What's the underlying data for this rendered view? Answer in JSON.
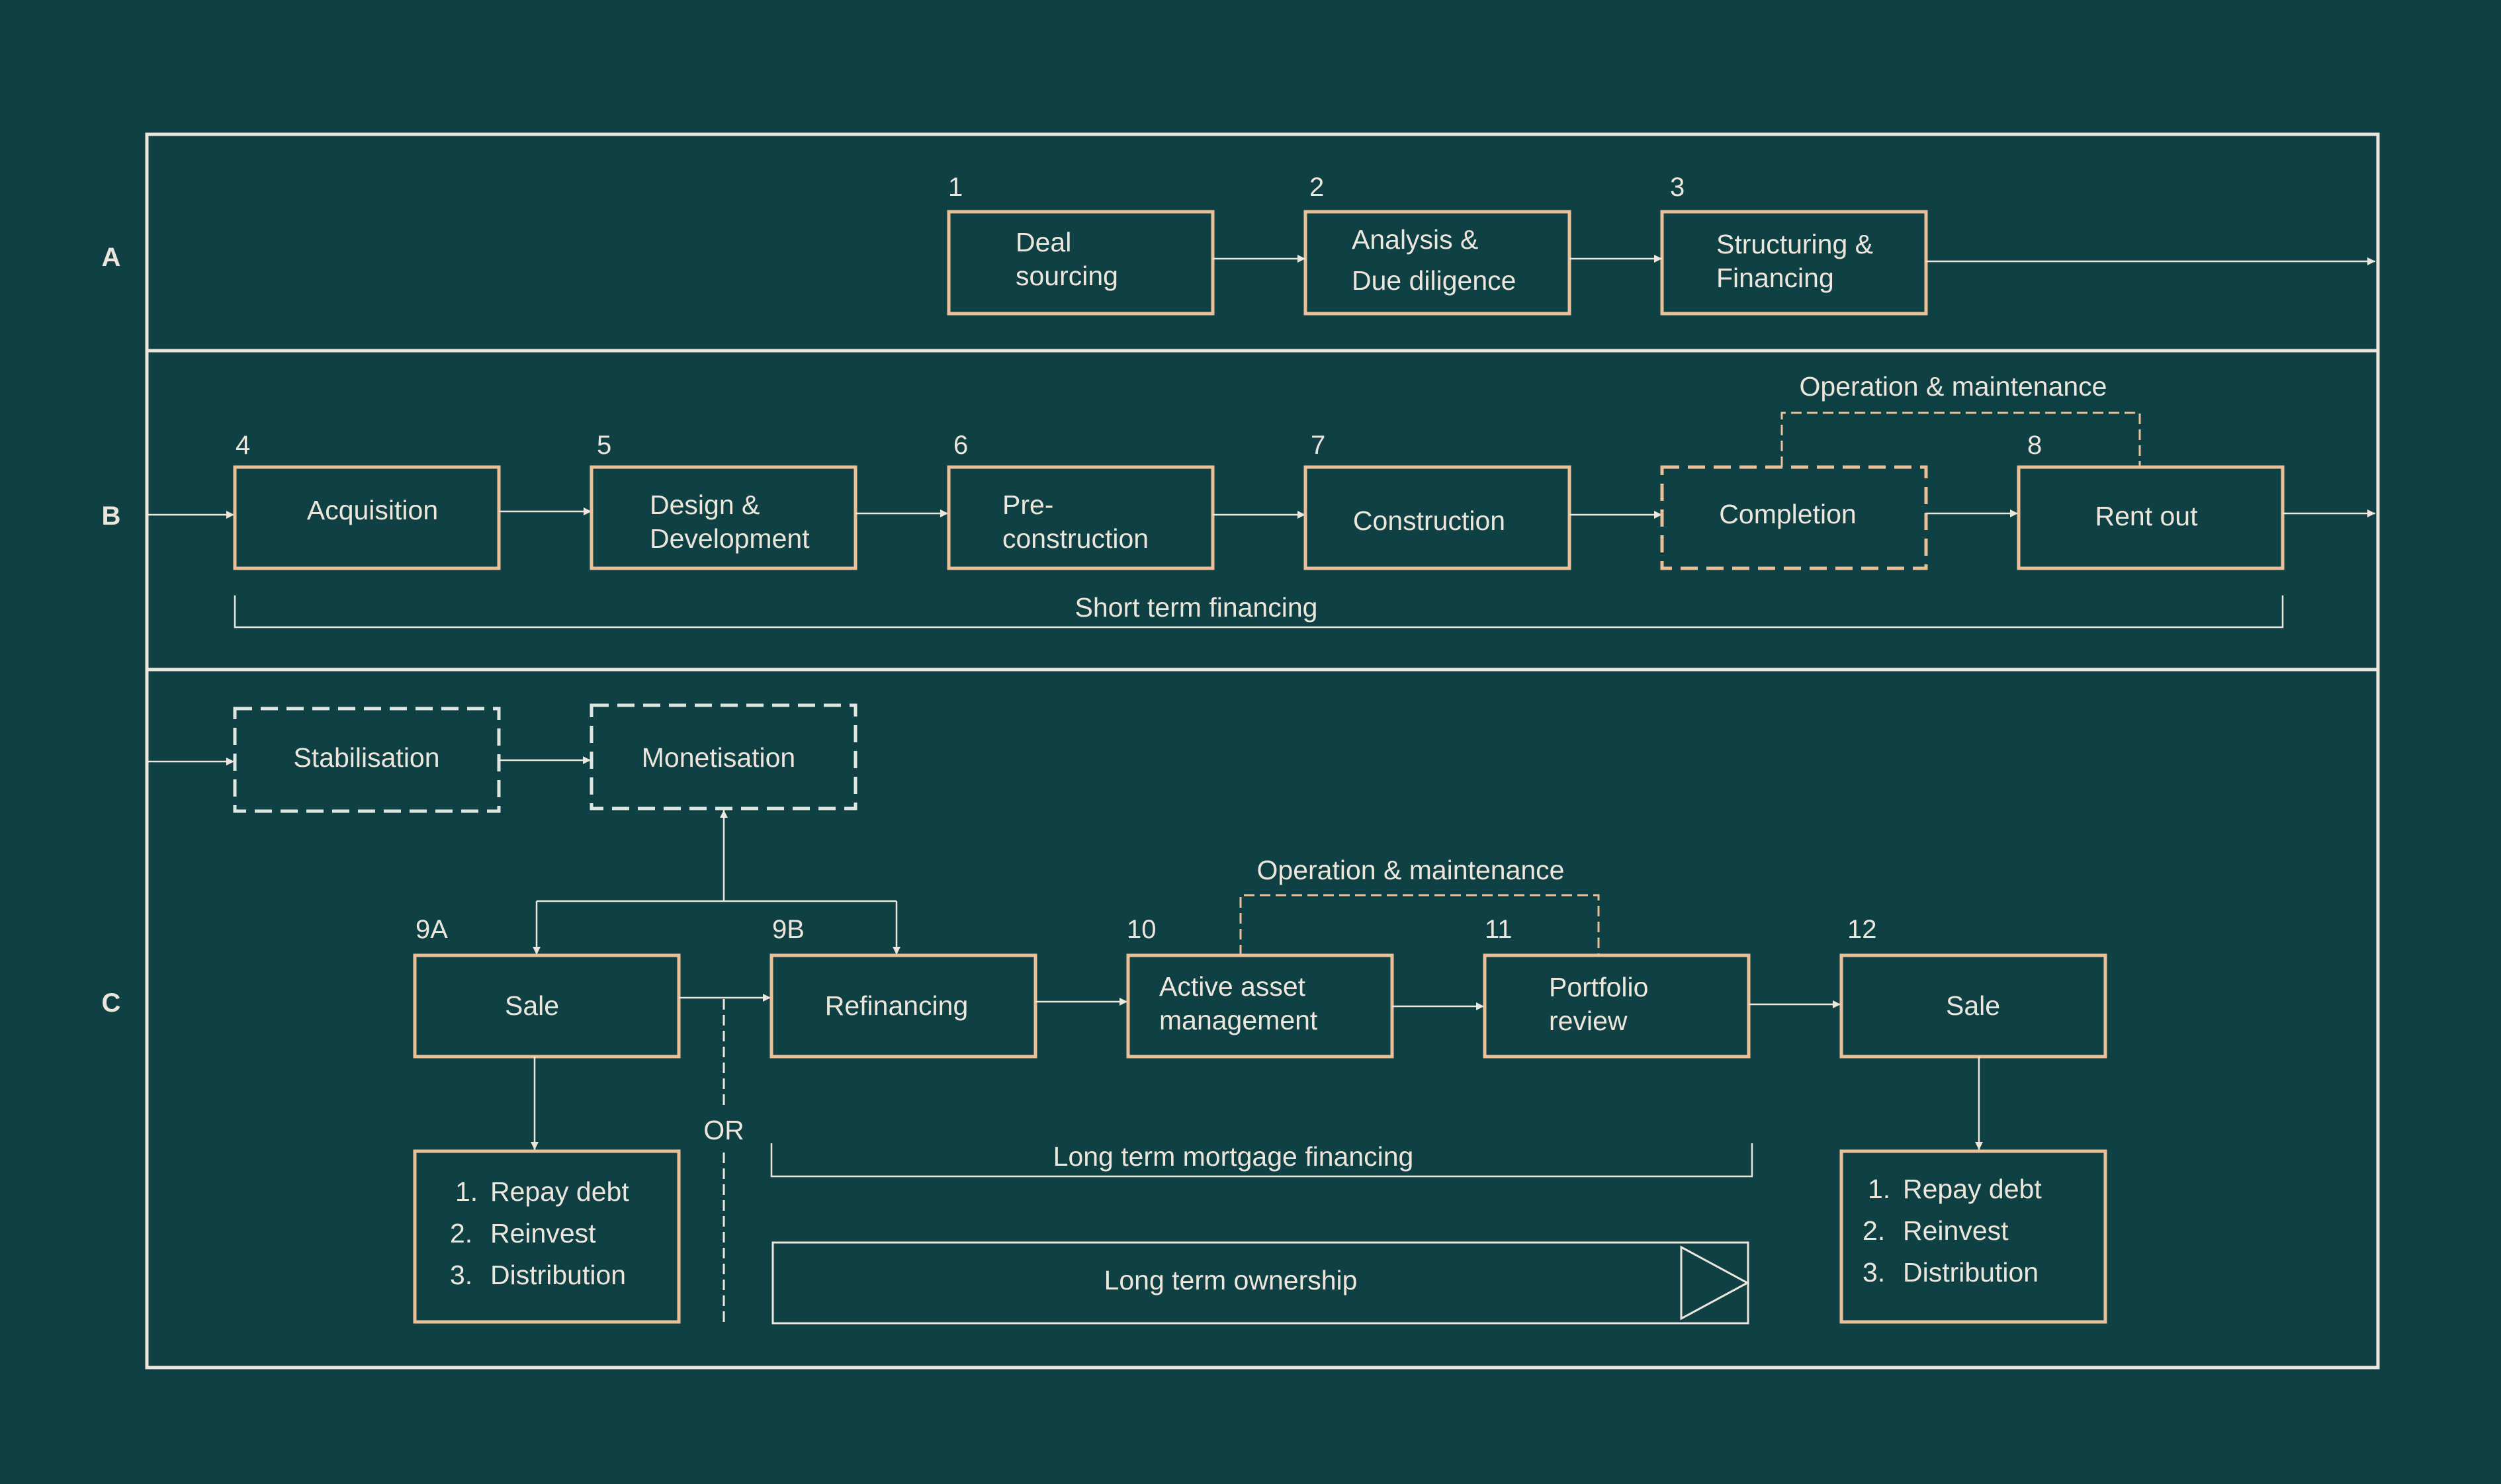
{
  "rows": {
    "a": "A",
    "b": "B",
    "c": "C"
  },
  "steps": {
    "s1": {
      "num": "1",
      "line1": "Deal",
      "line2": "sourcing"
    },
    "s2": {
      "num": "2",
      "line1": "Analysis &",
      "line2": "Due diligence"
    },
    "s3": {
      "num": "3",
      "line1": "Structuring &",
      "line2": "Financing"
    },
    "s4": {
      "num": "4",
      "label": "Acquisition"
    },
    "s5": {
      "num": "5",
      "line1": "Design &",
      "line2": "Development"
    },
    "s6": {
      "num": "6",
      "line1": "Pre-",
      "line2": "construction"
    },
    "s7": {
      "num": "7",
      "label": "Construction"
    },
    "completion": {
      "label": "Completion"
    },
    "s8": {
      "num": "8",
      "label": "Rent out"
    },
    "stabilisation": {
      "label": "Stabilisation"
    },
    "monetisation": {
      "label": "Monetisation"
    },
    "s9a": {
      "num": "9A",
      "label": "Sale"
    },
    "s9b": {
      "num": "9B",
      "label": "Refinancing"
    },
    "s10": {
      "num": "10",
      "line1": "Active asset",
      "line2": "management"
    },
    "s11": {
      "num": "11",
      "line1": "Portfolio",
      "line2": "review"
    },
    "s12": {
      "num": "12",
      "label": "Sale"
    }
  },
  "annotations": {
    "op_maint_b": "Operation & maintenance",
    "op_maint_c": "Operation & maintenance",
    "short_term": "Short term financing",
    "long_term_mortgage": "Long term mortgage financing",
    "long_term_ownership": "Long term ownership",
    "or": "OR"
  },
  "outcomes_left": [
    "1.",
    "Repay debt",
    "2.",
    "Reinvest",
    "3.",
    "Distribution"
  ],
  "outcomes_right": [
    "1.",
    "Repay debt",
    "2.",
    "Reinvest",
    "3.",
    "Distribution"
  ]
}
